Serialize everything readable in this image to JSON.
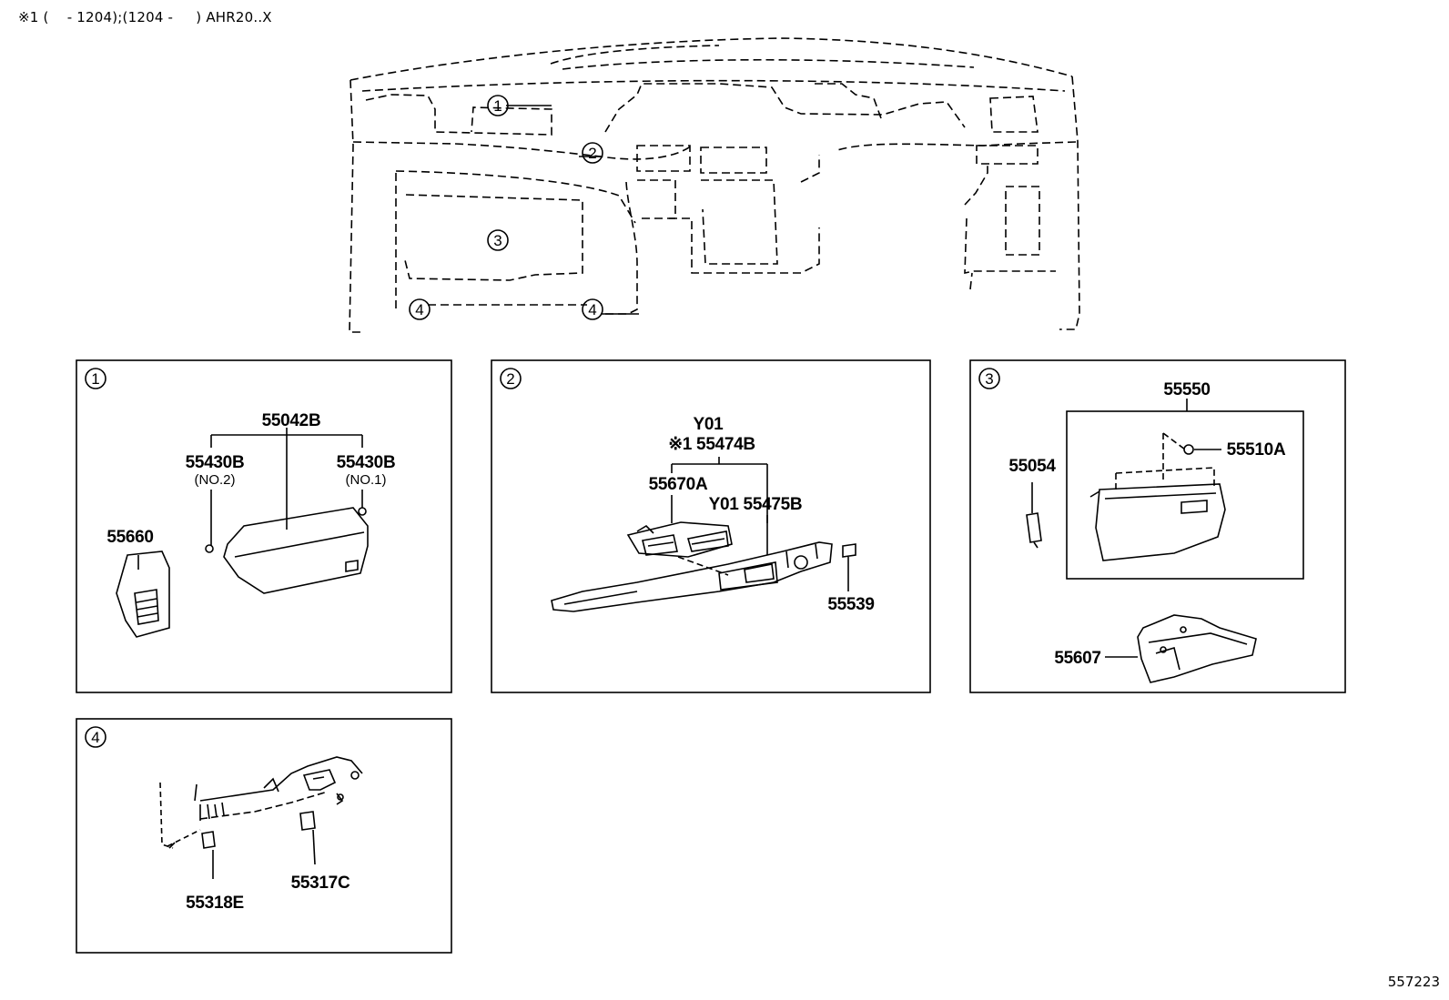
{
  "header": {
    "applicability_note": "※1 (　 - 1204);(1204 - 　 ) AHR20..X"
  },
  "footer": {
    "diagram_number": "557223"
  },
  "overview": {
    "callouts": [
      "1",
      "2",
      "3",
      "4",
      "4"
    ]
  },
  "panels": [
    {
      "id": "1",
      "parts": [
        {
          "part_number": "55042B"
        },
        {
          "part_number": "55430B",
          "note": "(NO.2)"
        },
        {
          "part_number": "55430B",
          "note": "(NO.1)"
        },
        {
          "part_number": "55660"
        }
      ]
    },
    {
      "id": "2",
      "parts": [
        {
          "part_number": "Y01"
        },
        {
          "part_number": "※1 55474B"
        },
        {
          "part_number": "55670A"
        },
        {
          "part_number": "Y01 55475B"
        },
        {
          "part_number": "55539"
        }
      ]
    },
    {
      "id": "3",
      "parts": [
        {
          "part_number": "55550"
        },
        {
          "part_number": "55054"
        },
        {
          "part_number": "55510A"
        },
        {
          "part_number": "55607"
        }
      ]
    },
    {
      "id": "4",
      "parts": [
        {
          "part_number": "55318E"
        },
        {
          "part_number": "55317C"
        }
      ]
    }
  ]
}
